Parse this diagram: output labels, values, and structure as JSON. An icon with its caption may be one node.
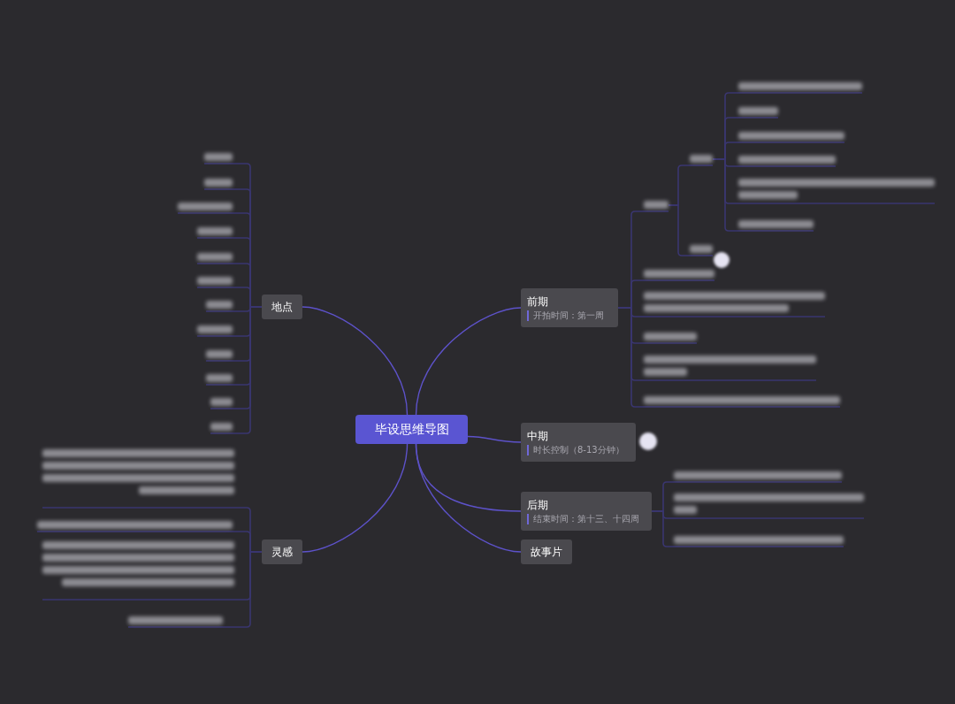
{
  "diagram": {
    "nodes": [
      {
        "text": [
          "毕设思维导图"
        ]
      },
      {
        "text": [
          "地点"
        ]
      },
      {
        "text": [
          "灵感"
        ]
      },
      {
        "text": [
          "前期",
          "开拍时间：第一周"
        ]
      },
      {
        "text": [
          "中期",
          "时长控制（8-13分钟）"
        ]
      },
      {
        "text": [
          "后期",
          "结束时间：第十三、十四周"
        ]
      },
      {
        "text": [
          "故事片"
        ]
      },
      {
        "text": [],
        "shape": "bar"
      },
      {
        "text": [],
        "shape": "bar"
      },
      {
        "text": [],
        "shape": "bar"
      },
      {
        "text": [],
        "shape": "bar"
      },
      {
        "text": [],
        "shape": "bar"
      },
      {
        "text": [],
        "shape": "bar"
      },
      {
        "text": [],
        "shape": "bar"
      },
      {
        "text": [],
        "shape": "bar"
      },
      {
        "text": [],
        "shape": "bar"
      },
      {
        "text": [],
        "shape": "bar"
      },
      {
        "text": [],
        "shape": "bar"
      },
      {
        "text": [],
        "shape": "bar"
      },
      {
        "text": [],
        "shape": "bar"
      },
      {
        "text": [],
        "shape": "bar"
      },
      {
        "text": [],
        "shape": "bar"
      },
      {
        "text": [],
        "shape": "bar"
      },
      {
        "text": [],
        "shape": "bar"
      },
      {
        "text": [],
        "shape": "bar"
      },
      {
        "text": [],
        "shape": "bar"
      },
      {
        "text": [],
        "shape": "bar"
      },
      {
        "text": [],
        "shape": "bar"
      },
      {
        "text": [],
        "shape": "bar"
      },
      {
        "text": [],
        "shape": "bar"
      },
      {
        "text": [],
        "shape": "bar"
      },
      {
        "text": [],
        "shape": "bar"
      },
      {
        "text": [],
        "shape": "bar"
      },
      {
        "text": [],
        "shape": "bar"
      },
      {
        "text": [],
        "shape": "bar"
      },
      {
        "text": [],
        "shape": "bar"
      },
      {
        "text": [],
        "shape": "bar"
      },
      {
        "text": [],
        "shape": "bar"
      },
      {
        "text": [],
        "shape": "bar"
      },
      {
        "text": [],
        "shape": "bar"
      }
    ],
    "edges": [
      {
        "from": 0,
        "to": 1,
        "arrow": "none"
      },
      {
        "from": 0,
        "to": 2,
        "arrow": "none"
      },
      {
        "from": 0,
        "to": 3,
        "arrow": "none"
      },
      {
        "from": 0,
        "to": 4,
        "arrow": "none"
      },
      {
        "from": 0,
        "to": 5,
        "arrow": "none"
      },
      {
        "from": 0,
        "to": 6,
        "arrow": "none"
      },
      {
        "from": 1,
        "to": 7,
        "arrow": "none"
      },
      {
        "from": 1,
        "to": 8,
        "arrow": "none"
      },
      {
        "from": 1,
        "to": 9,
        "arrow": "none"
      },
      {
        "from": 1,
        "to": 10,
        "arrow": "none"
      },
      {
        "from": 1,
        "to": 11,
        "arrow": "none"
      },
      {
        "from": 1,
        "to": 12,
        "arrow": "none"
      },
      {
        "from": 1,
        "to": 13,
        "arrow": "none"
      },
      {
        "from": 1,
        "to": 14,
        "arrow": "none"
      },
      {
        "from": 1,
        "to": 15,
        "arrow": "none"
      },
      {
        "from": 1,
        "to": 16,
        "arrow": "none"
      },
      {
        "from": 1,
        "to": 17,
        "arrow": "none"
      },
      {
        "from": 1,
        "to": 18,
        "arrow": "none"
      },
      {
        "from": 2,
        "to": 19,
        "arrow": "none"
      },
      {
        "from": 2,
        "to": 20,
        "arrow": "none"
      },
      {
        "from": 2,
        "to": 21,
        "arrow": "none"
      },
      {
        "from": 2,
        "to": 22,
        "arrow": "none"
      },
      {
        "from": 3,
        "to": 23,
        "arrow": "none"
      },
      {
        "from": 23,
        "to": 24,
        "arrow": "none"
      },
      {
        "from": 23,
        "to": 25,
        "arrow": "none"
      },
      {
        "from": 24,
        "to": 26,
        "arrow": "none"
      },
      {
        "from": 24,
        "to": 27,
        "arrow": "none"
      },
      {
        "from": 24,
        "to": 28,
        "arrow": "none"
      },
      {
        "from": 24,
        "to": 29,
        "arrow": "none"
      },
      {
        "from": 24,
        "to": 30,
        "arrow": "none"
      },
      {
        "from": 24,
        "to": 31,
        "arrow": "none"
      },
      {
        "from": 3,
        "to": 32,
        "arrow": "none"
      },
      {
        "from": 3,
        "to": 33,
        "arrow": "none"
      },
      {
        "from": 3,
        "to": 34,
        "arrow": "none"
      },
      {
        "from": 3,
        "to": 35,
        "arrow": "none"
      },
      {
        "from": 3,
        "to": 36,
        "arrow": "none"
      },
      {
        "from": 5,
        "to": 37,
        "arrow": "none"
      },
      {
        "from": 5,
        "to": 38,
        "arrow": "none"
      },
      {
        "from": 5,
        "to": 39,
        "arrow": "none"
      }
    ]
  }
}
